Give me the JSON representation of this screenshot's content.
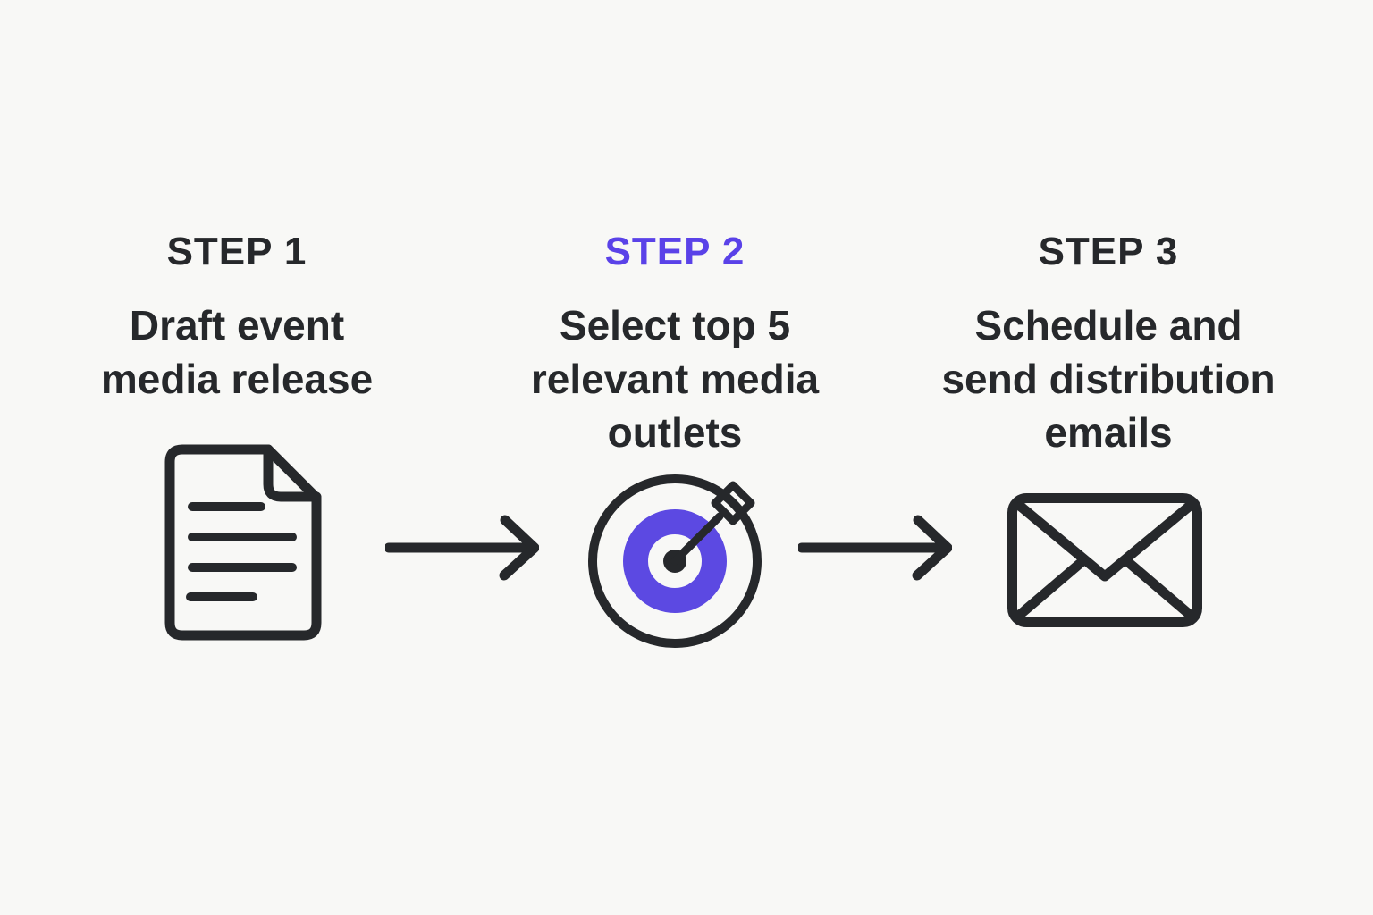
{
  "background": "#f8f8f6",
  "colors": {
    "text": "#26282b",
    "accent": "#5a42e8",
    "target_ring": "#5c49e2",
    "icon_stroke": "#26282b"
  },
  "steps": [
    {
      "label": "STEP 1",
      "title": "Draft event\nmedia release",
      "icon": "document-icon",
      "highlighted": false
    },
    {
      "label": "STEP 2",
      "title": "Select top 5\nrelevant media\noutlets",
      "icon": "target-icon",
      "highlighted": true
    },
    {
      "label": "STEP 3",
      "title": "Schedule and\nsend distribution\nemails",
      "icon": "envelope-icon",
      "highlighted": false
    }
  ],
  "arrows": [
    {
      "name": "arrow-1",
      "direction": "right",
      "between": "step-1-and-step-2"
    },
    {
      "name": "arrow-2",
      "direction": "right",
      "between": "step-2-and-step-3"
    }
  ]
}
